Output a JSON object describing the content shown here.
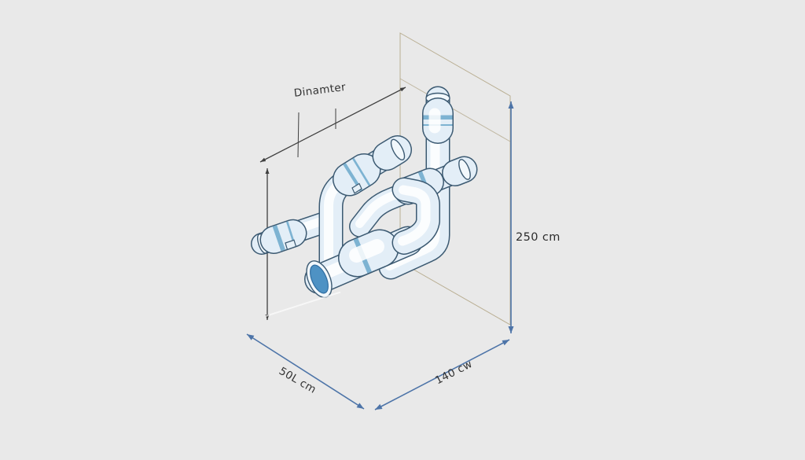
{
  "scene": {
    "title": "Isometric PVC pipe assembly mounted in front of a wall panel with dimension annotations",
    "background_color": "#e9e9e9"
  },
  "wall": {
    "fill": "#f8efd6",
    "edge_color": "#b9ae92"
  },
  "pipes": {
    "body_color": "#e3eef7",
    "outline_color": "#3c5a72",
    "highlight_color": "#ffffff",
    "coupling_ring_color": "#7db3d2",
    "open_end_color": "#4e92c4",
    "open_end_rim_color": "#f2f8fc"
  },
  "dimensions": {
    "diameter": {
      "label": "Dinamter",
      "line_color": "#3f3f3f",
      "text_color": "#333333"
    },
    "left_vertical": {
      "line_color": "#3f3f3f"
    },
    "height": {
      "label": "250 cm",
      "line_color": "#4d74a8",
      "text_color": "#2c2c2c"
    },
    "depth": {
      "label": "50L cm",
      "line_color": "#4d74a8",
      "text_color": "#333333"
    },
    "width": {
      "label": "140 cw",
      "line_color": "#4d74a8",
      "text_color": "#333333"
    }
  }
}
